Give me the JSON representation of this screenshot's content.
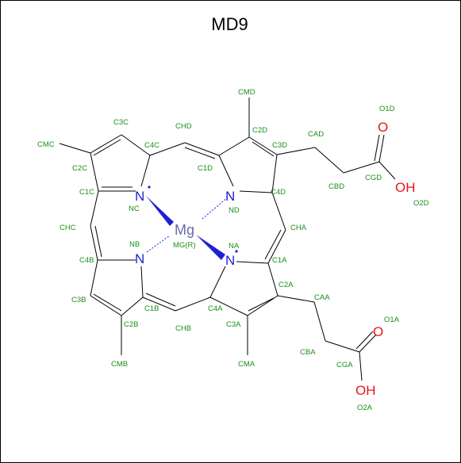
{
  "title": "MD9",
  "elements": {
    "mg": "Mg",
    "n": "N",
    "o": "O",
    "oh": "OH"
  },
  "atom_labels": {
    "mg": "MG(R)",
    "na": "NA",
    "nb": "NB",
    "nc": "NC",
    "nd": "ND",
    "c1a": "C1A",
    "c2a": "C2A",
    "c3a": "C3A",
    "c4a": "C4A",
    "c1b": "C1B",
    "c2b": "C2B",
    "c3b": "C3B",
    "c4b": "C4B",
    "c1c": "C1C",
    "c2c": "C2C",
    "c3c": "C3C",
    "c4c": "C4C",
    "c1d": "C1D",
    "c2d": "C2D",
    "c3d": "C3D",
    "c4d": "C4D",
    "cha": "CHA",
    "chb": "CHB",
    "chc": "CHC",
    "chd": "CHD",
    "cma": "CMA",
    "cmb": "CMB",
    "cmc": "CMC",
    "cmd": "CMD",
    "caa": "CAA",
    "cba": "CBA",
    "cga": "CGA",
    "o1a": "O1A",
    "o2a": "O2A",
    "cad": "CAD",
    "cbd": "CBD",
    "cgd": "CGD",
    "o1d": "O1D",
    "o2d": "O2D"
  },
  "colors": {
    "carbon_label": "#1a8f1a",
    "nitrogen": "#1f1fd6",
    "oxygen": "#e8141c",
    "magnesium": "#6a6aa8",
    "bond": "#000000"
  }
}
